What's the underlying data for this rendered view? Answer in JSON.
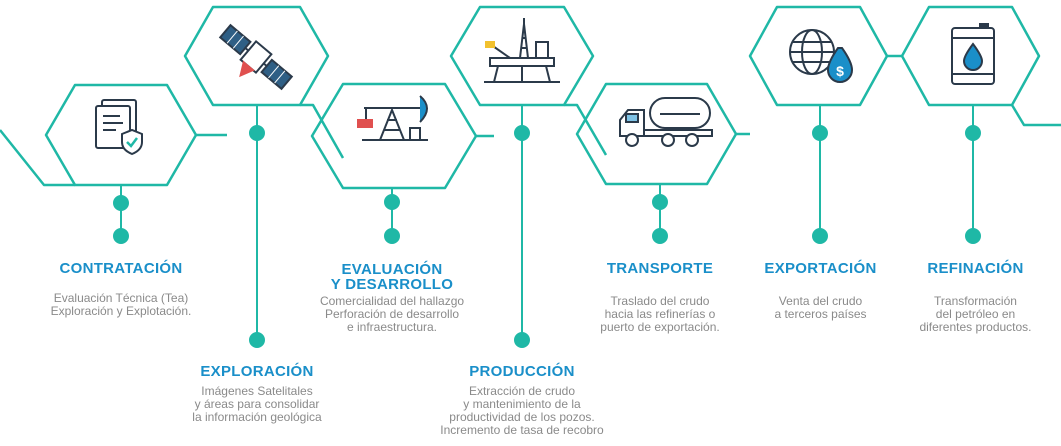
{
  "colors": {
    "teal": "#1fb8a6",
    "blue": "#1a8fc9",
    "gray_text": "#8a8a8a",
    "icon_dark": "#2b3a4a",
    "icon_red": "#e0504f",
    "icon_yellow": "#f2c12e"
  },
  "stages": [
    {
      "id": "contratacion",
      "title": "CONTRATACIÓN",
      "icon": "document-check-icon",
      "description": [
        "Evaluación Técnica (Tea)",
        "Exploración y Explotación."
      ]
    },
    {
      "id": "exploracion",
      "title": "EXPLORACIÓN",
      "icon": "satellite-icon",
      "description": [
        "Imágenes Satelitales",
        "y áreas para consolidar",
        "la información geológica"
      ]
    },
    {
      "id": "evaluacion",
      "title": [
        "EVALUACIÓN",
        "Y DESARROLLO"
      ],
      "icon": "pump-jack-icon",
      "description": [
        "Comercialidad del hallazgo",
        "Perforación de desarrollo",
        "e infraestructura."
      ]
    },
    {
      "id": "produccion",
      "title": "PRODUCCIÓN",
      "icon": "oil-platform-icon",
      "description": [
        "Extracción de crudo",
        "y mantenimiento de la",
        "productividad de los pozos.",
        "Incremento de tasa de recobro"
      ]
    },
    {
      "id": "transporte",
      "title": "TRANSPORTE",
      "icon": "tanker-truck-icon",
      "description": [
        "Traslado del crudo",
        "hacia las refinerías o",
        "puerto de exportación."
      ]
    },
    {
      "id": "exportacion",
      "title": "EXPORTACIÓN",
      "icon": "globe-dollar-icon",
      "description": [
        "Venta del crudo",
        "a terceros países"
      ]
    },
    {
      "id": "refinacion",
      "title": "REFINACIÓN",
      "icon": "oil-barrel-icon",
      "description": [
        "Transformación",
        "del petróleo en",
        "diferentes productos."
      ]
    }
  ]
}
